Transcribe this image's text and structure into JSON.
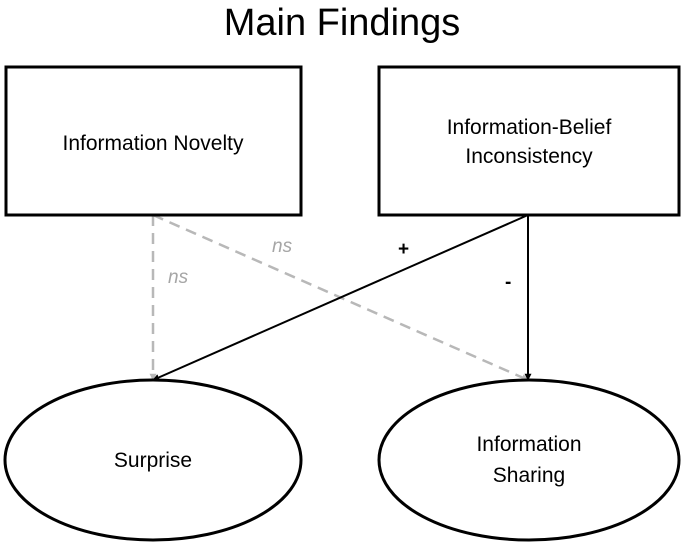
{
  "title": "Main Findings",
  "nodes": {
    "novelty": {
      "label_lines": [
        "Information Novelty"
      ]
    },
    "inconsistency": {
      "label_lines": [
        "Information-Belief",
        "Inconsistency"
      ]
    },
    "surprise": {
      "label_lines": [
        "Surprise"
      ]
    },
    "sharing": {
      "label_lines": [
        "Information",
        "Sharing"
      ]
    }
  },
  "edges": {
    "novelty_to_surprise": {
      "label": "ns",
      "significant": false
    },
    "novelty_to_sharing": {
      "label": "ns",
      "significant": false
    },
    "inconsistency_to_surprise": {
      "label": "+",
      "significant": true
    },
    "inconsistency_to_sharing": {
      "label": "-",
      "significant": true
    }
  },
  "colors": {
    "significant": "#000000",
    "nonsignificant": "#b8b8b8",
    "nonsignificant_label": "#a6a6a6"
  }
}
